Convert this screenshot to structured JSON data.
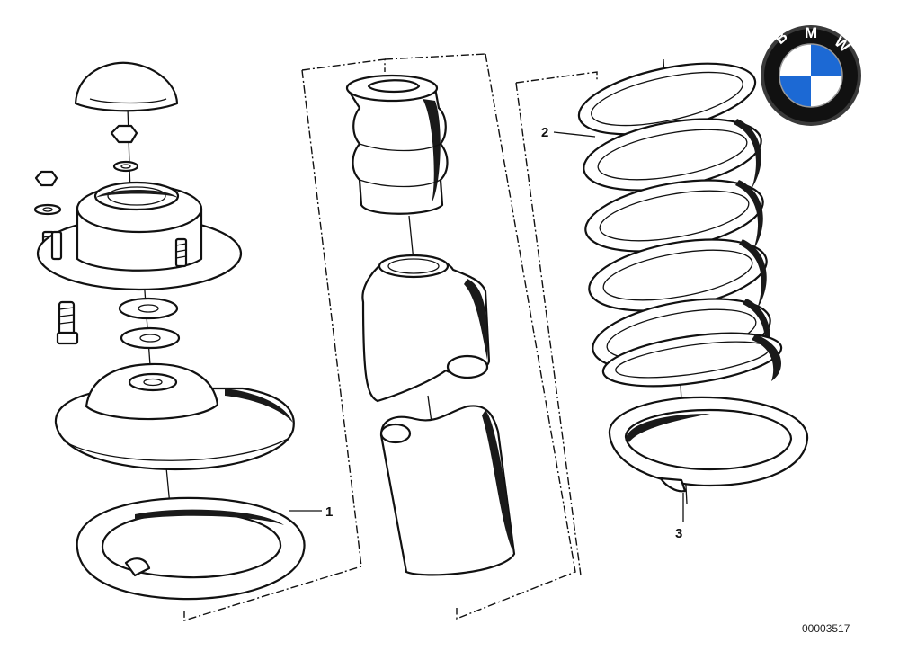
{
  "diagram": {
    "callouts": [
      {
        "id": "1",
        "label": "1"
      },
      {
        "id": "2",
        "label": "2"
      },
      {
        "id": "3",
        "label": "3"
      }
    ],
    "document_number": "00003517",
    "logo": {
      "letters": [
        "B",
        "M",
        "W"
      ],
      "colors": {
        "blue": "#1c69d4",
        "ring": "#111111",
        "white": "#ffffff"
      }
    }
  }
}
